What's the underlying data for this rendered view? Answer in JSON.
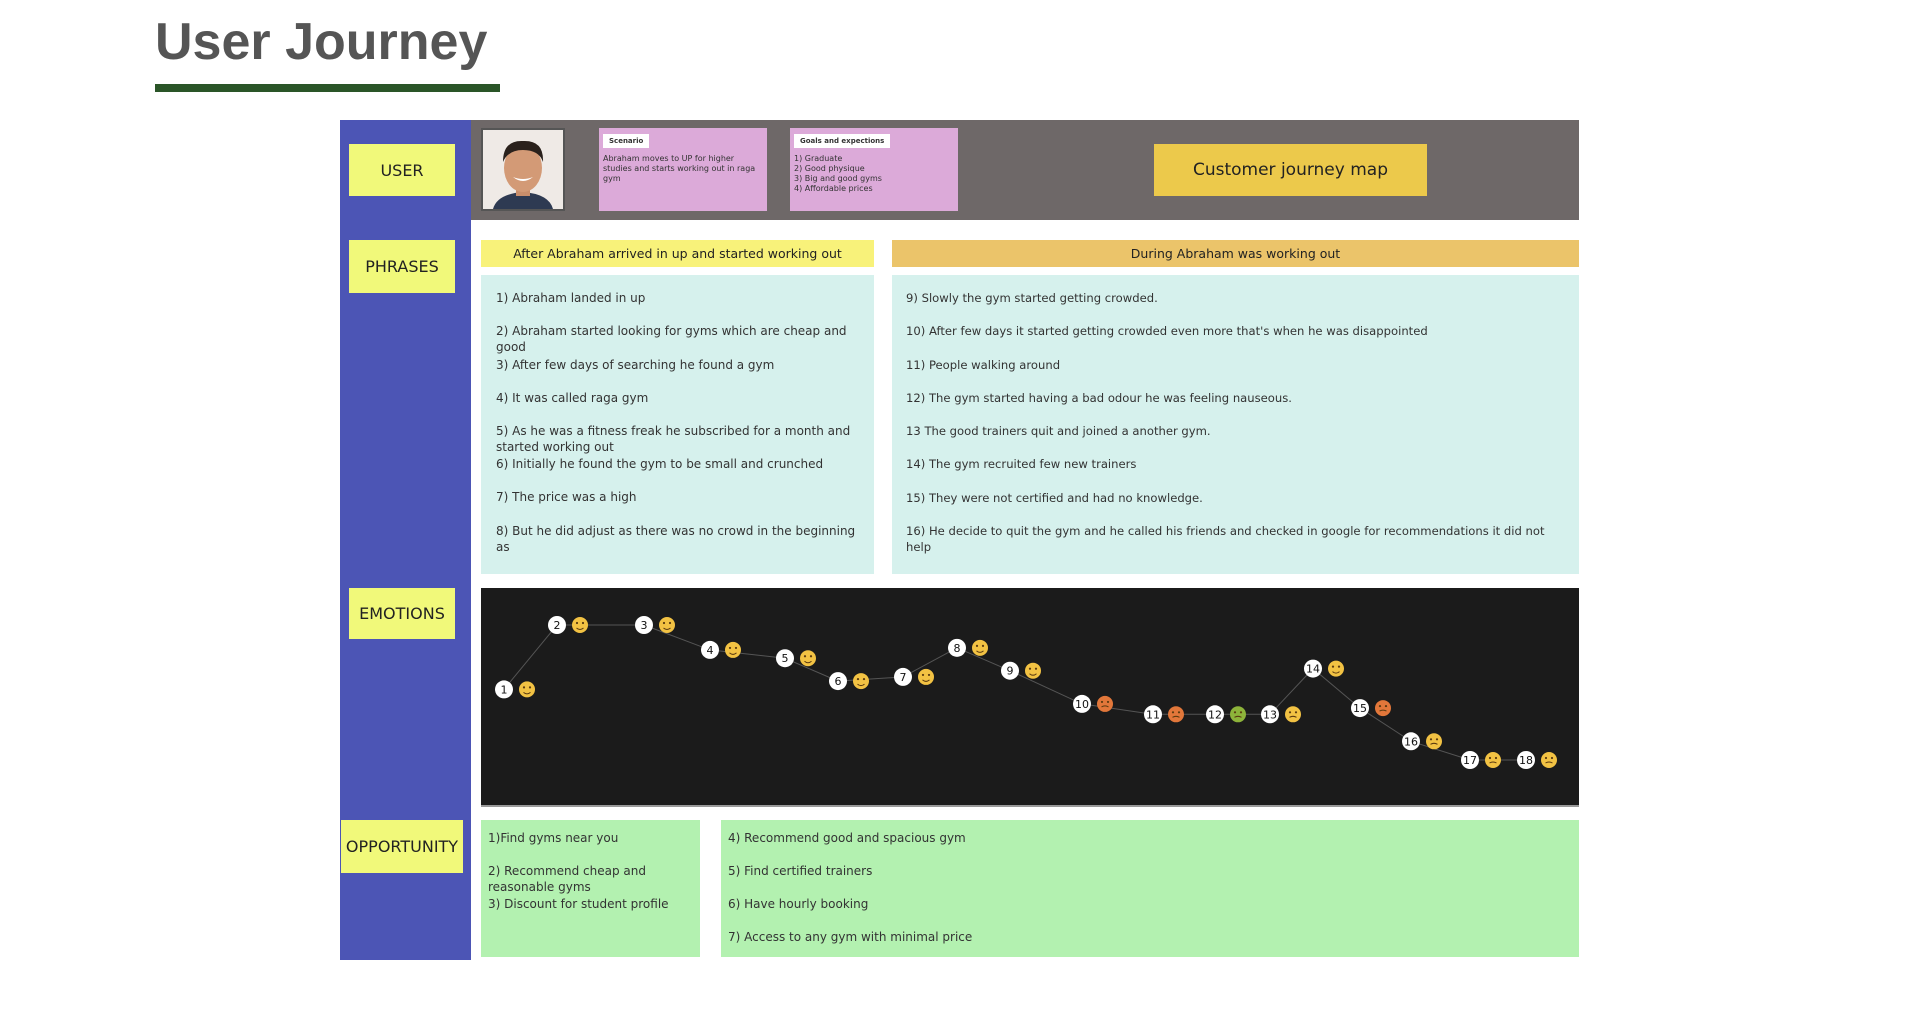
{
  "title": "User Journey",
  "labels": {
    "user": "USER",
    "phrases": "PHRASES",
    "emotions": "EMOTIONS",
    "opportunity": "OPPORTUNITY"
  },
  "persona": {
    "scenario": {
      "tag": "Scenario",
      "text": "Abraham moves to UP for higher studies and starts working out in raga gym"
    },
    "goals": {
      "tag": "Goals and expections",
      "items": [
        "1) Graduate",
        "2) Good physique",
        "3) Big and good gyms",
        "4) Affordable prices"
      ]
    }
  },
  "customer_journey_button": "Customer journey map",
  "phases": [
    {
      "title": "After Abraham arrived in up and started working out",
      "color": "#f8f27a",
      "items": [
        "1) Abraham landed in up",
        "2) Abraham started looking for gyms which are cheap and good",
        "3) After few days of searching he found a gym",
        "4) It was called raga gym",
        "5) As he was a fitness freak he subscribed for a month and started working out",
        "6) Initially he found the gym to be small and crunched",
        "7) The price was a high",
        "8) But he did adjust as there was no crowd in the beginning as"
      ]
    },
    {
      "title": "During Abraham was working out",
      "color": "#ebc46a",
      "items": [
        "9) Slowly the gym started getting crowded.",
        "10) After few days it started getting crowded even more that's when he was disappointed",
        "11) People walking around",
        "12) The gym started having a bad odour he was feeling nauseous.",
        "13 The good trainers quit and joined a another gym.",
        "14) The gym recruited few new trainers",
        "15) They were not certified and had no knowledge.",
        "16) He decide to quit the gym and he called his friends and checked in google for recommendations it did not help"
      ]
    }
  ],
  "emotions": [
    {
      "n": "1",
      "level": 63,
      "icon": "grinning-face",
      "color": "#f2c243"
    },
    {
      "n": "2",
      "level": 94,
      "icon": "grinning-face",
      "color": "#f2c243"
    },
    {
      "n": "3",
      "level": 94,
      "icon": "grinning-face",
      "color": "#f2c243"
    },
    {
      "n": "4",
      "level": 82,
      "icon": "party-face",
      "color": "#f2c243"
    },
    {
      "n": "5",
      "level": 78,
      "icon": "smiling-face",
      "color": "#f2c243"
    },
    {
      "n": "6",
      "level": 67,
      "icon": "worried-face",
      "color": "#f2c243"
    },
    {
      "n": "7",
      "level": 69,
      "icon": "frowning-face",
      "color": "#f2c243"
    },
    {
      "n": "8",
      "level": 83,
      "icon": "slightly-smiling-face",
      "color": "#f2c243"
    },
    {
      "n": "9",
      "level": 72,
      "icon": "neutral-face",
      "color": "#f2c243"
    },
    {
      "n": "10",
      "level": 56,
      "icon": "angry-face",
      "color": "#e2773a"
    },
    {
      "n": "11",
      "level": 51,
      "icon": "angry-face",
      "color": "#e2773a"
    },
    {
      "n": "12",
      "level": 51,
      "icon": "nauseated-face",
      "color": "#8db33a"
    },
    {
      "n": "13",
      "level": 51,
      "icon": "confused-face",
      "color": "#f2c243"
    },
    {
      "n": "14",
      "level": 73,
      "icon": "grinning-face",
      "color": "#f2c243"
    },
    {
      "n": "15",
      "level": 54,
      "icon": "angry-face",
      "color": "#e2773a"
    },
    {
      "n": "16",
      "level": 38,
      "icon": "worried-face",
      "color": "#f2c243"
    },
    {
      "n": "17",
      "level": 29,
      "icon": "slightly-frowning-face",
      "color": "#f2c243"
    },
    {
      "n": "18",
      "level": 29,
      "icon": "tired-face",
      "color": "#f2c243"
    }
  ],
  "opportunities": [
    {
      "items": [
        "1)Find gyms near you",
        "2) Recommend cheap and reasonable gyms",
        "3) Discount for student profile"
      ]
    },
    {
      "items": [
        "4) Recommend good and spacious gym",
        "5) Find certified trainers",
        "6) Have hourly booking",
        "7) Access to any gym with minimal price"
      ]
    }
  ]
}
